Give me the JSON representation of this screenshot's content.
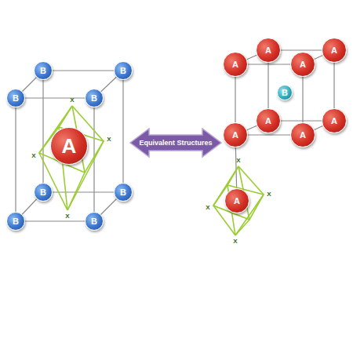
{
  "diagram": {
    "nodes": [
      {
        "text": [
          "B"
        ]
      },
      {
        "text": [
          "B"
        ]
      },
      {
        "text": [
          "B"
        ]
      },
      {
        "text": [
          "B"
        ]
      },
      {
        "text": [
          "B"
        ]
      },
      {
        "text": [
          "B"
        ]
      },
      {
        "text": [
          "B"
        ]
      },
      {
        "text": [
          "B"
        ]
      },
      {
        "text": [
          "A"
        ]
      },
      {
        "text": [
          "A"
        ]
      },
      {
        "text": [
          "A"
        ]
      },
      {
        "text": [
          "A"
        ]
      },
      {
        "text": [
          "A"
        ]
      },
      {
        "text": [
          "A"
        ]
      },
      {
        "text": [
          "A"
        ]
      },
      {
        "text": [
          "A"
        ]
      },
      {
        "text": [
          "A"
        ]
      },
      {
        "text": [
          "A"
        ]
      },
      {
        "text": [
          "B"
        ]
      }
    ],
    "edges": [
      {
        "from": 0,
        "to": 1,
        "arrow": "none"
      },
      {
        "from": 0,
        "to": 2,
        "arrow": "none"
      },
      {
        "from": 1,
        "to": 3,
        "arrow": "none"
      },
      {
        "from": 2,
        "to": 3,
        "arrow": "none"
      },
      {
        "from": 4,
        "to": 5,
        "arrow": "none"
      },
      {
        "from": 4,
        "to": 6,
        "arrow": "none"
      },
      {
        "from": 5,
        "to": 7,
        "arrow": "none"
      },
      {
        "from": 6,
        "to": 7,
        "arrow": "none"
      },
      {
        "from": 0,
        "to": 4,
        "arrow": "none"
      },
      {
        "from": 1,
        "to": 5,
        "arrow": "none"
      },
      {
        "from": 2,
        "to": 6,
        "arrow": "none"
      },
      {
        "from": 3,
        "to": 7,
        "arrow": "none"
      },
      {
        "from": 9,
        "to": 10,
        "arrow": "none"
      },
      {
        "from": 10,
        "to": 11,
        "arrow": "none"
      },
      {
        "from": 11,
        "to": 12,
        "arrow": "none"
      },
      {
        "from": 12,
        "to": 9,
        "arrow": "none"
      },
      {
        "from": 13,
        "to": 14,
        "arrow": "none"
      },
      {
        "from": 14,
        "to": 16,
        "arrow": "none"
      },
      {
        "from": 16,
        "to": 15,
        "arrow": "none"
      },
      {
        "from": 15,
        "to": 13,
        "arrow": "none"
      },
      {
        "from": 9,
        "to": 13,
        "arrow": "none"
      },
      {
        "from": 10,
        "to": 15,
        "arrow": "none"
      },
      {
        "from": 11,
        "to": 16,
        "arrow": "none"
      },
      {
        "from": 12,
        "to": 14,
        "arrow": "none"
      },
      {
        "from": 13,
        "to": 17,
        "arrow": "none"
      }
    ],
    "labels": [
      "Equivalent Structures",
      "X",
      "X",
      "X",
      "X",
      "X",
      "X",
      "X",
      "X"
    ]
  }
}
